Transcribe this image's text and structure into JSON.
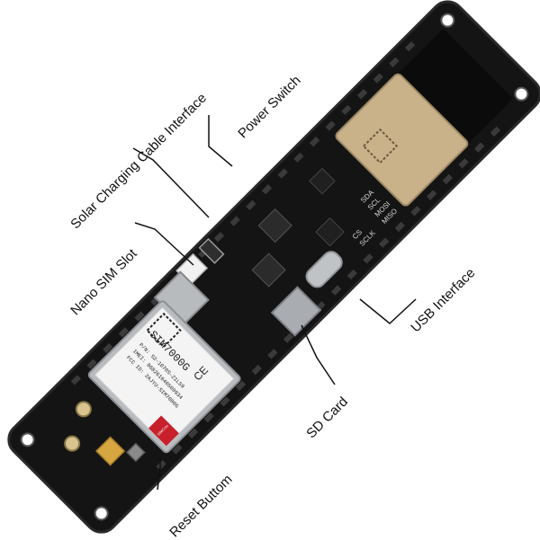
{
  "callouts": {
    "solar": "Solar Charging Cable Interface",
    "power": "Power Switch",
    "sim": "Nano SIM Slot",
    "usb": "USB Interface",
    "sd": "SD Card",
    "reset": "Reset Buttom"
  },
  "board": {
    "module_label": "SIM7000G",
    "module_text_lines": [
      "SIM7000G",
      "P/N: S2-1070S-Z1L59",
      "IMEI: 868261040500934",
      "FCC ID: 2AJYU-SIM7000G"
    ],
    "ce_mark": "CE",
    "brand": "SIMCom",
    "silk_labels": [
      "SDA",
      "SCL",
      "MOSI",
      "MISO",
      "SCLK",
      "CS"
    ]
  },
  "colors": {
    "pcb": "#141414",
    "pcb_edge": "#2a2a2a",
    "esp_shield": "#c9b28a",
    "module_shield": "#b8bcbf",
    "sticker": "#f4f4f4",
    "brand_red": "#c7202b",
    "gold": "#d6a640",
    "label": "#111111"
  }
}
